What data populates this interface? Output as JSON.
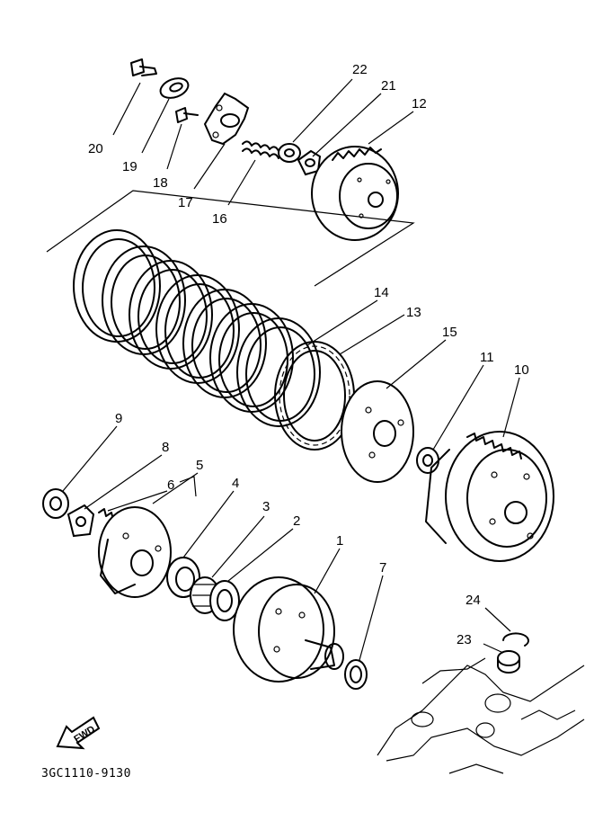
{
  "diagram": {
    "parts": [
      {
        "id": "part-20",
        "number": "20"
      },
      {
        "id": "part-19",
        "number": "19"
      },
      {
        "id": "part-18",
        "number": "18"
      },
      {
        "id": "part-17",
        "number": "17"
      },
      {
        "id": "part-16",
        "number": "16"
      },
      {
        "id": "part-22",
        "number": "22"
      },
      {
        "id": "part-21",
        "number": "21"
      },
      {
        "id": "part-12",
        "number": "12"
      },
      {
        "id": "part-14",
        "number": "14"
      },
      {
        "id": "part-13",
        "number": "13"
      },
      {
        "id": "part-15",
        "number": "15"
      },
      {
        "id": "part-11",
        "number": "11"
      },
      {
        "id": "part-10",
        "number": "10"
      },
      {
        "id": "part-9",
        "number": "9"
      },
      {
        "id": "part-8",
        "number": "8"
      },
      {
        "id": "part-5",
        "number": "5"
      },
      {
        "id": "part-6",
        "number": "6"
      },
      {
        "id": "part-4",
        "number": "4"
      },
      {
        "id": "part-3",
        "number": "3"
      },
      {
        "id": "part-2",
        "number": "2"
      },
      {
        "id": "part-1",
        "number": "1"
      },
      {
        "id": "part-7",
        "number": "7"
      },
      {
        "id": "part-24",
        "number": "24"
      },
      {
        "id": "part-23",
        "number": "23"
      }
    ],
    "direction_label": "FWD",
    "drawing_code": "3GC1110-9130"
  }
}
